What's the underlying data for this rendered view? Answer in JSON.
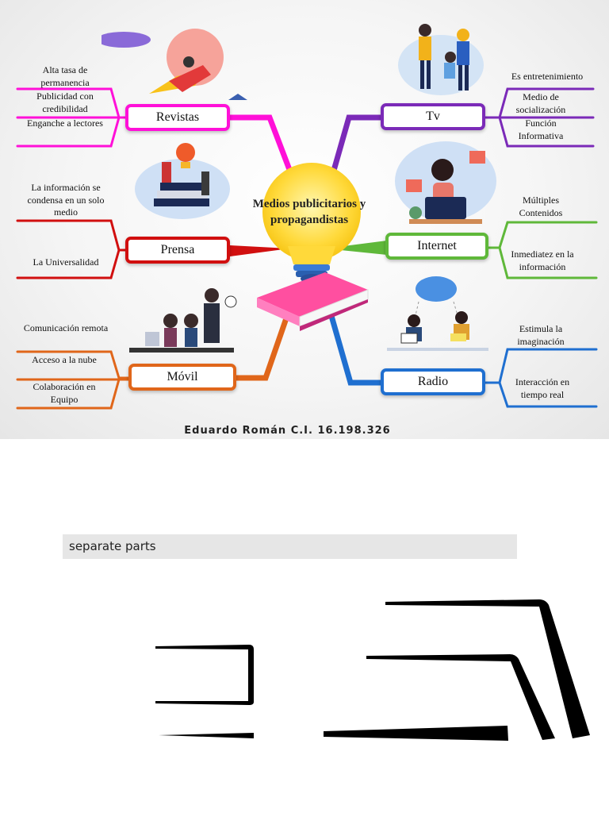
{
  "center_title": "Medios publicitarios y propagandistas",
  "author": "Eduardo Román C.I. 16.198.326",
  "colors": {
    "revistas": "#ff10d8",
    "prensa": "#d10f0f",
    "movil": "#e0661a",
    "tv": "#7b2ab8",
    "internet": "#5fb83a",
    "radio": "#1f6fd0"
  },
  "branches": {
    "revistas": {
      "label": "Revistas",
      "items": [
        "Alta tasa de permanencia",
        "Publicidad con credibilidad",
        "Enganche a lectores"
      ]
    },
    "prensa": {
      "label": "Prensa",
      "items": [
        "La información se condensa en un solo medio",
        "La Universalidad"
      ]
    },
    "movil": {
      "label": "Móvil",
      "items": [
        "Comunicación remota",
        "Acceso a la nube",
        "Colaboración en Equipo"
      ]
    },
    "tv": {
      "label": "Tv",
      "items": [
        "Es entretenimiento",
        "Medio de socialización",
        "Función Informativa"
      ]
    },
    "internet": {
      "label": "Internet",
      "items": [
        "Múltiples Contenidos",
        "Inmediatez en la información"
      ]
    },
    "radio": {
      "label": "Radio",
      "items": [
        "Estimula la imaginación",
        "Interacción en tiempo real"
      ]
    }
  },
  "illustrations": [
    "rocket-illustration",
    "team-illustration",
    "books-illustration",
    "woman-laptop-illustration",
    "office-illustration",
    "cloud-people-illustration",
    "lightbulb-book-illustration"
  ],
  "separate_parts_label": "separate parts"
}
